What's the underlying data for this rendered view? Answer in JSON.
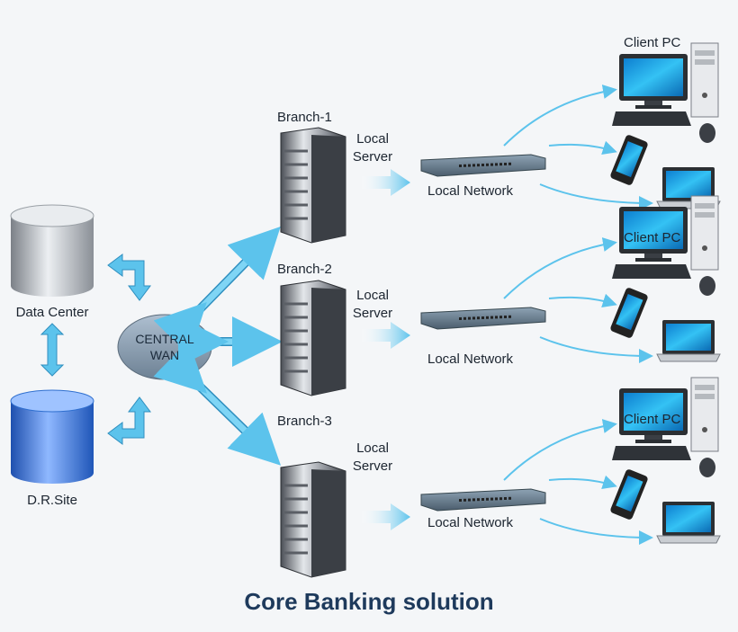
{
  "diagram": {
    "title": "Core Banking solution",
    "central": {
      "label_line1": "CENTRAL",
      "label_line2": "WAN"
    },
    "data_center": {
      "label": "Data Center"
    },
    "dr_site": {
      "label": "D.R.Site"
    },
    "branches": [
      {
        "name": "Branch-1",
        "server_line1": "Local",
        "server_line2": "Server",
        "network": "Local Network",
        "client": "Client PC"
      },
      {
        "name": "Branch-2",
        "server_line1": "Local",
        "server_line2": "Server",
        "network": "Local Network",
        "client": "Client PC"
      },
      {
        "name": "Branch-3",
        "server_line1": "Local",
        "server_line2": "Server",
        "network": "Local Network",
        "client": "Client PC"
      }
    ],
    "colors": {
      "arrow": "#5cc3ec",
      "title": "#1e3a5c",
      "database_blue": "#2f6fcf",
      "server_dark": "#3b3f45",
      "monitor_screen": "#1aa3e6"
    }
  }
}
